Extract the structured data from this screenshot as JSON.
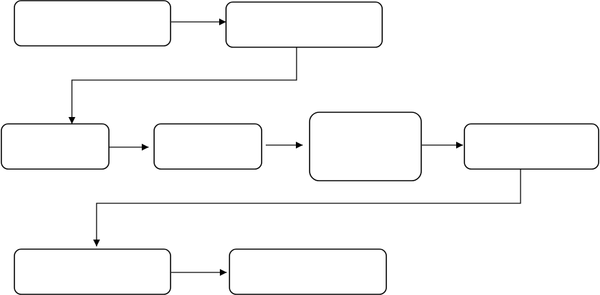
{
  "diagram": {
    "type": "flowchart",
    "colors": {
      "stroke": "#000000",
      "fill": "#ffffff"
    },
    "nodes": [
      {
        "id": "n1",
        "label": ""
      },
      {
        "id": "n2",
        "label": ""
      },
      {
        "id": "n3",
        "label": ""
      },
      {
        "id": "n4",
        "label": ""
      },
      {
        "id": "n5",
        "label": ""
      },
      {
        "id": "n6",
        "label": ""
      },
      {
        "id": "n7",
        "label": ""
      },
      {
        "id": "n8",
        "label": ""
      }
    ],
    "edges": [
      {
        "from": "n1",
        "to": "n2"
      },
      {
        "from": "n2",
        "to": "n3"
      },
      {
        "from": "n3",
        "to": "n4"
      },
      {
        "from": "n4",
        "to": "n5"
      },
      {
        "from": "n5",
        "to": "n6"
      },
      {
        "from": "n6",
        "to": "n7"
      },
      {
        "from": "n7",
        "to": "n8"
      }
    ]
  }
}
